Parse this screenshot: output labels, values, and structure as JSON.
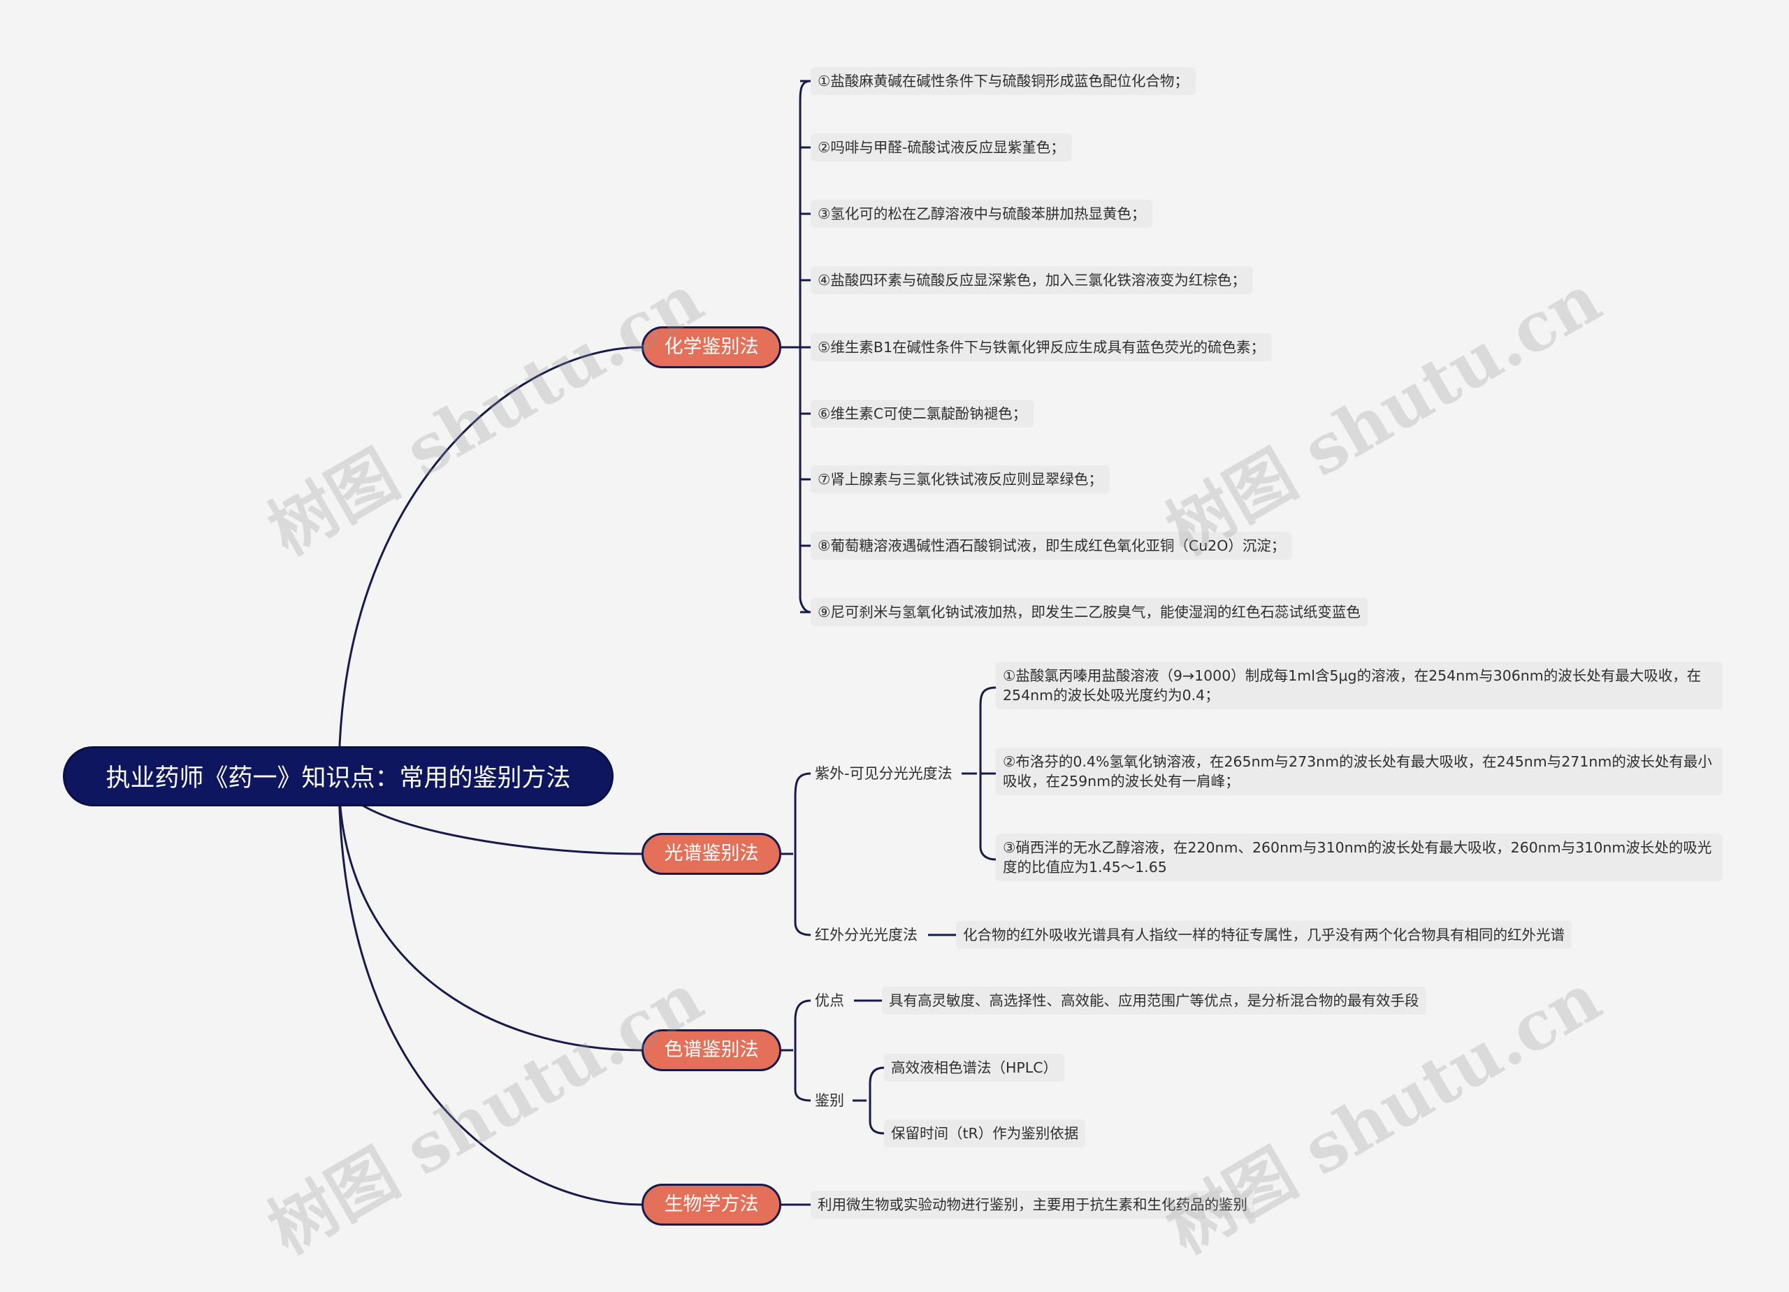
{
  "root": {
    "title": "执业药师《药一》知识点：常用的鉴别方法"
  },
  "watermark": "树图 shutu.cn",
  "colors": {
    "root_bg": "#0f1660",
    "branch_bg": "#e5705a",
    "line": "#161a4d",
    "leaf_bg": "#ebebeb",
    "background": "#f4f4f4"
  },
  "chemical": {
    "label": "化学鉴别法",
    "items": [
      "①盐酸麻黄碱在碱性条件下与硫酸铜形成蓝色配位化合物；",
      "②吗啡与甲醛-硫酸试液反应显紫堇色；",
      "③氢化可的松在乙醇溶液中与硫酸苯肼加热显黄色；",
      "④盐酸四环素与硫酸反应显深紫色，加入三氯化铁溶液变为红棕色；",
      "⑤维生素B1在碱性条件下与铁氰化钾反应生成具有蓝色荧光的硫色素；",
      "⑥维生素C可使二氯靛酚钠褪色；",
      "⑦肾上腺素与三氯化铁试液反应则显翠绿色；",
      "⑧葡萄糖溶液遇碱性酒石酸铜试液，即生成红色氧化亚铜（Cu2O）沉淀；",
      "⑨尼可刹米与氢氧化钠试液加热，即发生二乙胺臭气，能使湿润的红色石蕊试纸变蓝色"
    ]
  },
  "spectral": {
    "label": "光谱鉴别法",
    "uv": {
      "label": "紫外-可见分光光度法",
      "items": [
        "①盐酸氯丙嗪用盐酸溶液（9→1000）制成每1ml含5μg的溶液，在254nm与306nm的波长处有最大吸收，在254nm的波长处吸光度约为0.4；",
        "②布洛芬的0.4%氢氧化钠溶液，在265nm与273nm的波长处有最大吸收，在245nm与271nm的波长处有最小吸收，在259nm的波长处有一肩峰；",
        "③硝西泮的无水乙醇溶液，在220nm、260nm与310nm的波长处有最大吸收，260nm与310nm波长处的吸光度的比值应为1.45～1.65"
      ]
    },
    "ir": {
      "label": "红外分光光度法",
      "text": "化合物的红外吸收光谱具有人指纹一样的特征专属性，几乎没有两个化合物具有相同的红外光谱"
    }
  },
  "chromatography": {
    "label": "色谱鉴别法",
    "advantage": {
      "label": "优点",
      "text": "具有高灵敏度、高选择性、高效能、应用范围广等优点，是分析混合物的最有效手段"
    },
    "identify": {
      "label": "鉴别",
      "items": [
        "高效液相色谱法（HPLC）",
        "保留时间（tR）作为鉴别依据"
      ]
    }
  },
  "biological": {
    "label": "生物学方法",
    "text": "利用微生物或实验动物进行鉴别，主要用于抗生素和生化药品的鉴别"
  }
}
